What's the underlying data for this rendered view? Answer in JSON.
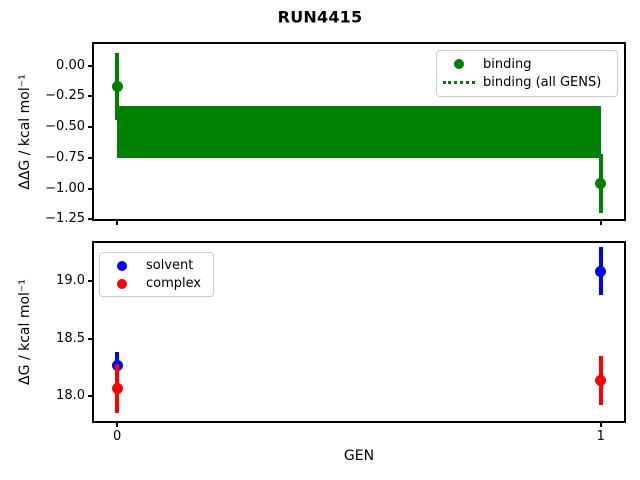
{
  "suptitle": "RUN4415",
  "figure": {
    "background": "#ffffff",
    "frame_color": "#000000",
    "legend_border_color": "#cbcbcb"
  },
  "chart_data": [
    {
      "id": "ddg",
      "type": "scatter",
      "ylabel": "ΔΔG / kcal mol⁻¹",
      "xlabel": "",
      "xlim": [
        -0.05,
        1.05
      ],
      "ylim": [
        -1.256,
        0.185
      ],
      "grid": false,
      "x": [
        0,
        1
      ],
      "xticks": [
        {
          "v": 0,
          "label": "0"
        },
        {
          "v": 1,
          "label": "1"
        }
      ],
      "show_xtick_labels": false,
      "yticks": [
        {
          "v": 0.0,
          "label": "0.00"
        },
        {
          "v": -0.25,
          "label": "−0.25"
        },
        {
          "v": -0.5,
          "label": "−0.50"
        },
        {
          "v": -0.75,
          "label": "−0.75"
        },
        {
          "v": -1.0,
          "label": "−1.00"
        },
        {
          "v": -1.25,
          "label": "−1.25"
        }
      ],
      "series": [
        {
          "name": "binding",
          "color": "#008000",
          "marker": "circle",
          "y": [
            -0.17,
            -0.96
          ],
          "yerr": [
            0.27,
            0.24
          ]
        },
        {
          "name": "binding (all GENS)",
          "color": "#008000",
          "style": "band",
          "center": -0.54,
          "halfwidth": 0.21,
          "x_range": [
            0,
            1
          ]
        }
      ],
      "legend": {
        "position": "upper right",
        "entries": [
          {
            "label": "binding",
            "glyph": "dot",
            "color": "#008000"
          },
          {
            "label": "binding (all GENS)",
            "glyph": "dotted-line",
            "color": "#008000"
          }
        ]
      }
    },
    {
      "id": "dg",
      "type": "scatter",
      "ylabel": "ΔG / kcal mol⁻¹",
      "xlabel": "GEN",
      "xlim": [
        -0.05,
        1.05
      ],
      "ylim": [
        17.778,
        19.343
      ],
      "grid": false,
      "x": [
        0,
        1
      ],
      "xticks": [
        {
          "v": 0,
          "label": "0"
        },
        {
          "v": 1,
          "label": "1"
        }
      ],
      "show_xtick_labels": true,
      "yticks": [
        {
          "v": 19.0,
          "label": "19.0"
        },
        {
          "v": 18.5,
          "label": "18.5"
        },
        {
          "v": 18.0,
          "label": "18.0"
        }
      ],
      "series": [
        {
          "name": "solvent",
          "color": "#0000ff",
          "marker": "circle",
          "y": [
            18.27,
            19.09
          ],
          "yerr": [
            0.12,
            0.21
          ]
        },
        {
          "name": "complex",
          "color": "#ff0000",
          "marker": "circle",
          "y": [
            18.07,
            18.14
          ],
          "yerr": [
            0.21,
            0.21
          ]
        }
      ],
      "legend": {
        "position": "upper left",
        "entries": [
          {
            "label": "solvent",
            "glyph": "dot",
            "color": "#0000ff"
          },
          {
            "label": "complex",
            "glyph": "dot",
            "color": "#ff0000"
          }
        ]
      }
    }
  ]
}
